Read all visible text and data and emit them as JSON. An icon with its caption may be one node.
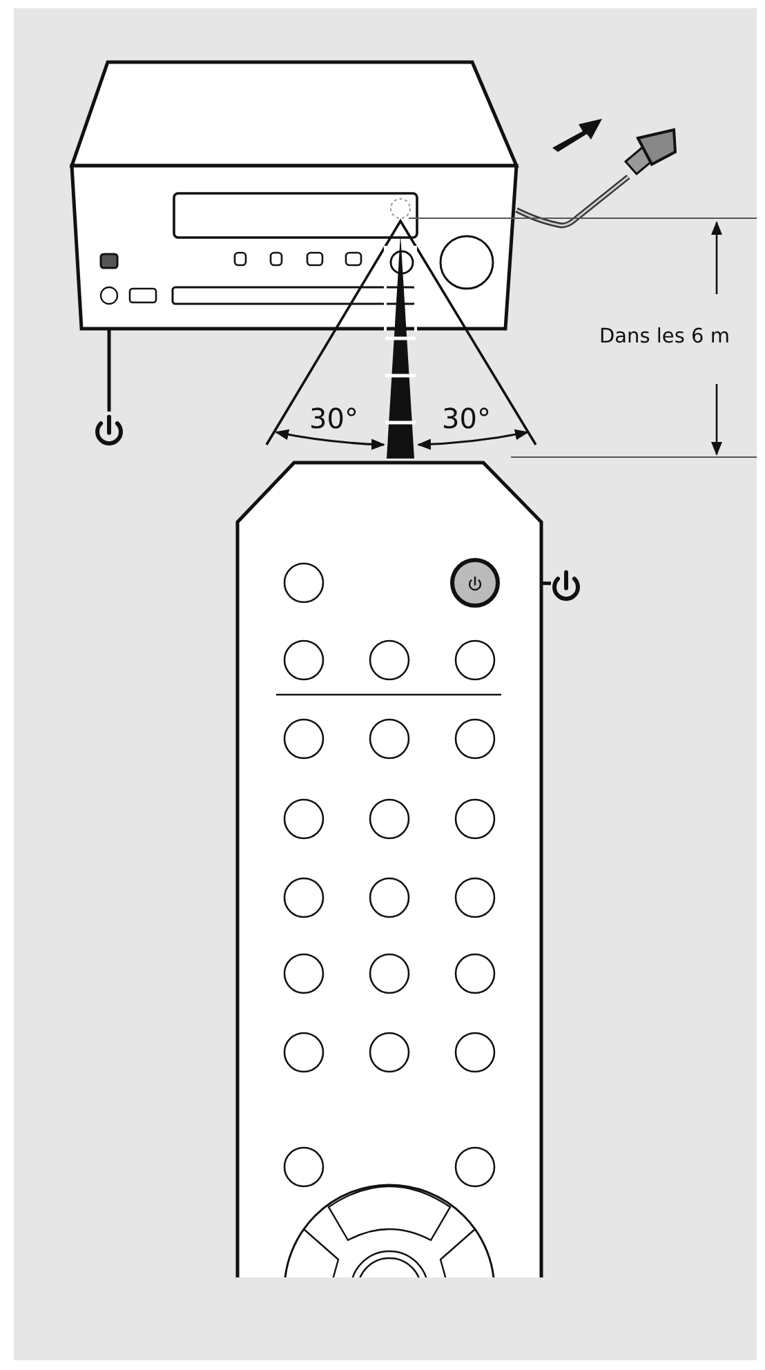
{
  "diagram": {
    "nodes": [
      {
        "text": [],
        "shape": "picture"
      },
      {
        "text": [],
        "shape": "box",
        "in": 0
      },
      {
        "text": [],
        "shape": "icon"
      },
      {
        "text": [],
        "shape": "picture"
      },
      {
        "text": [],
        "shape": "circle",
        "in": 3
      },
      {
        "text": [],
        "shape": "icon"
      }
    ],
    "edges": [
      {
        "from": 1,
        "to": 2,
        "arrow": "none"
      },
      {
        "from": 4,
        "to": 5,
        "arrow": "none"
      }
    ],
    "labels": [
      "30°",
      "30°",
      "Dans les 6 m"
    ]
  }
}
